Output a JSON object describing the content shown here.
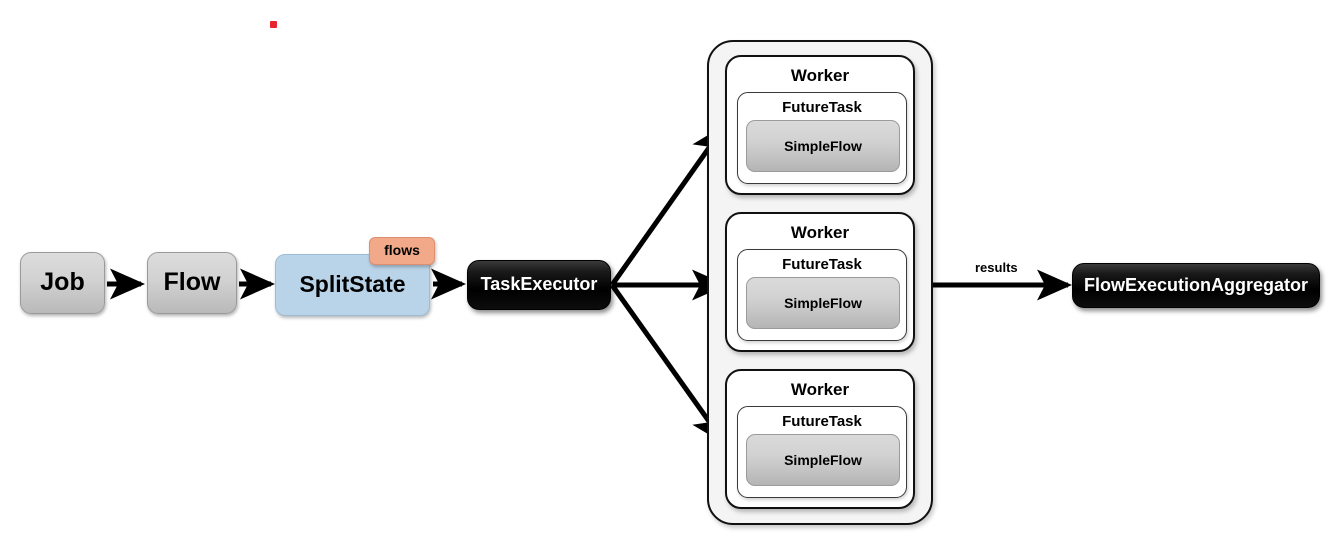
{
  "diagram": {
    "title": "Spring Batch parallel flow execution diagram",
    "background": "#ffffff"
  },
  "colors": {
    "grey_node": "#d2d2d2",
    "blue_node": "#b9d3e8",
    "orange_badge": "#f2a98a",
    "black_node": "#000000",
    "pool_background": "#f4f4f4",
    "simpleflow_grey": "#c6c6c6",
    "arrow": "#000000",
    "artifact_dot": "#e8252f"
  },
  "nodes": {
    "job": {
      "label": "Job"
    },
    "flow": {
      "label": "Flow"
    },
    "split_state": {
      "label": "SplitState"
    },
    "flows_badge": {
      "label": "flows"
    },
    "task_executor": {
      "label": "TaskExecutor"
    },
    "flow_execution_aggregator": {
      "label": "FlowExecutionAggregator"
    }
  },
  "workers": [
    {
      "worker_label": "Worker",
      "future_task_label": "FutureTask",
      "simple_flow_label": "SimpleFlow"
    },
    {
      "worker_label": "Worker",
      "future_task_label": "FutureTask",
      "simple_flow_label": "SimpleFlow"
    },
    {
      "worker_label": "Worker",
      "future_task_label": "FutureTask",
      "simple_flow_label": "SimpleFlow"
    }
  ],
  "edges": {
    "job_to_flow": {
      "label": ""
    },
    "flow_to_split": {
      "label": ""
    },
    "split_to_executor": {
      "label": ""
    },
    "executor_to_worker_top": {
      "label": ""
    },
    "executor_to_worker_middle": {
      "label": ""
    },
    "executor_to_worker_bottom": {
      "label": ""
    },
    "pool_to_aggregator": {
      "label": "results"
    }
  }
}
